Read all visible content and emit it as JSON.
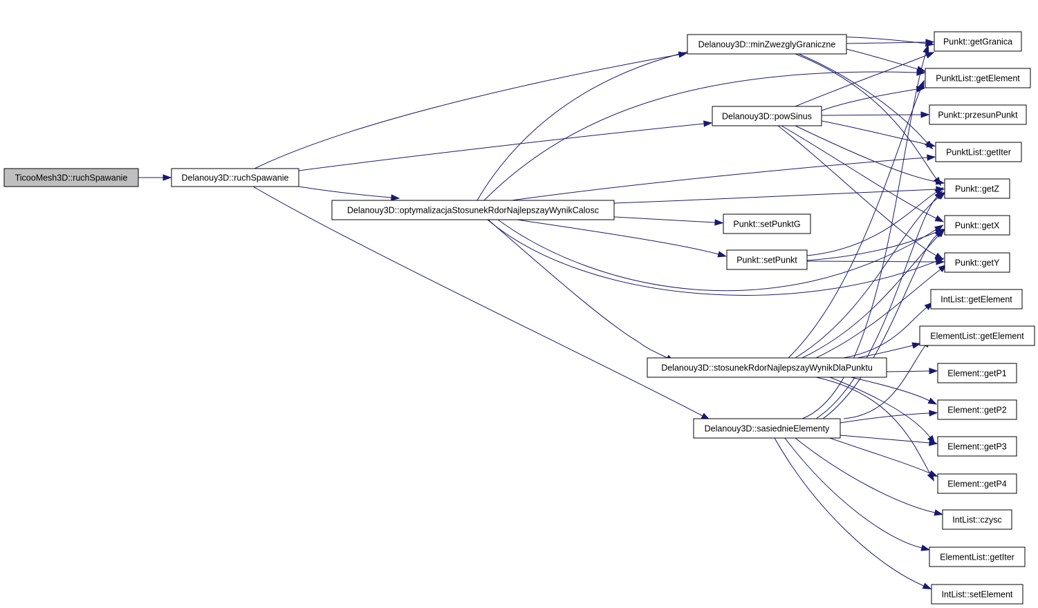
{
  "diagram": {
    "type": "call-graph",
    "colors": {
      "edge": "#191970",
      "root_fill": "#bfbfbf",
      "node_fill": "#ffffff",
      "node_border": "#000000"
    },
    "nodes": [
      {
        "id": "n0",
        "label": "TicooMesh3D::ruchSpawanie",
        "root": true
      },
      {
        "id": "n1",
        "label": "Delanouy3D::ruchSpawanie"
      },
      {
        "id": "n2",
        "label": "Delanouy3D::minZwezglyGraniczne"
      },
      {
        "id": "n3",
        "label": "Delanouy3D::powSinus"
      },
      {
        "id": "n4",
        "label": "Delanouy3D::optymalizacjaStosunekRdorNajlepszayWynikCalosc"
      },
      {
        "id": "n5",
        "label": "Delanouy3D::stosunekRdorNajlepszayWynikDlaPunktu"
      },
      {
        "id": "n6",
        "label": "Delanouy3D::sasiednieElementy"
      },
      {
        "id": "n7",
        "label": "Punkt::setPunktG"
      },
      {
        "id": "n8",
        "label": "Punkt::setPunkt"
      },
      {
        "id": "n9",
        "label": "Punkt::getGranica"
      },
      {
        "id": "n10",
        "label": "PunktList::getElement"
      },
      {
        "id": "n11",
        "label": "Punkt::przesunPunkt"
      },
      {
        "id": "n12",
        "label": "PunktList::getIter"
      },
      {
        "id": "n13",
        "label": "Punkt::getZ"
      },
      {
        "id": "n14",
        "label": "Punkt::getX"
      },
      {
        "id": "n15",
        "label": "Punkt::getY"
      },
      {
        "id": "n16",
        "label": "IntList::getElement"
      },
      {
        "id": "n17",
        "label": "ElementList::getElement"
      },
      {
        "id": "n18",
        "label": "Element::getP1"
      },
      {
        "id": "n19",
        "label": "Element::getP2"
      },
      {
        "id": "n20",
        "label": "Element::getP3"
      },
      {
        "id": "n21",
        "label": "Element::getP4"
      },
      {
        "id": "n22",
        "label": "IntList::czysc"
      },
      {
        "id": "n23",
        "label": "ElementList::getIter"
      },
      {
        "id": "n24",
        "label": "IntList::setElement"
      }
    ],
    "edges": [
      [
        "n0",
        "n1"
      ],
      [
        "n1",
        "n2"
      ],
      [
        "n1",
        "n3"
      ],
      [
        "n1",
        "n4"
      ],
      [
        "n1",
        "n6"
      ],
      [
        "n2",
        "n9"
      ],
      [
        "n2",
        "n10"
      ],
      [
        "n2",
        "n12"
      ],
      [
        "n2",
        "n13"
      ],
      [
        "n3",
        "n9"
      ],
      [
        "n3",
        "n10"
      ],
      [
        "n3",
        "n11"
      ],
      [
        "n3",
        "n12"
      ],
      [
        "n3",
        "n13"
      ],
      [
        "n3",
        "n14"
      ],
      [
        "n3",
        "n15"
      ],
      [
        "n4",
        "n9"
      ],
      [
        "n4",
        "n10"
      ],
      [
        "n4",
        "n12"
      ],
      [
        "n4",
        "n13"
      ],
      [
        "n4",
        "n14"
      ],
      [
        "n4",
        "n15"
      ],
      [
        "n4",
        "n5"
      ],
      [
        "n4",
        "n7"
      ],
      [
        "n4",
        "n8"
      ],
      [
        "n8",
        "n13"
      ],
      [
        "n8",
        "n14"
      ],
      [
        "n8",
        "n15"
      ],
      [
        "n5",
        "n10"
      ],
      [
        "n5",
        "n13"
      ],
      [
        "n5",
        "n14"
      ],
      [
        "n5",
        "n15"
      ],
      [
        "n5",
        "n16"
      ],
      [
        "n5",
        "n17"
      ],
      [
        "n5",
        "n18"
      ],
      [
        "n5",
        "n19"
      ],
      [
        "n5",
        "n20"
      ],
      [
        "n5",
        "n21"
      ],
      [
        "n6",
        "n9"
      ],
      [
        "n6",
        "n13"
      ],
      [
        "n6",
        "n14"
      ],
      [
        "n6",
        "n17"
      ],
      [
        "n6",
        "n19"
      ],
      [
        "n6",
        "n20"
      ],
      [
        "n6",
        "n21"
      ],
      [
        "n6",
        "n22"
      ],
      [
        "n6",
        "n23"
      ],
      [
        "n6",
        "n24"
      ]
    ]
  }
}
